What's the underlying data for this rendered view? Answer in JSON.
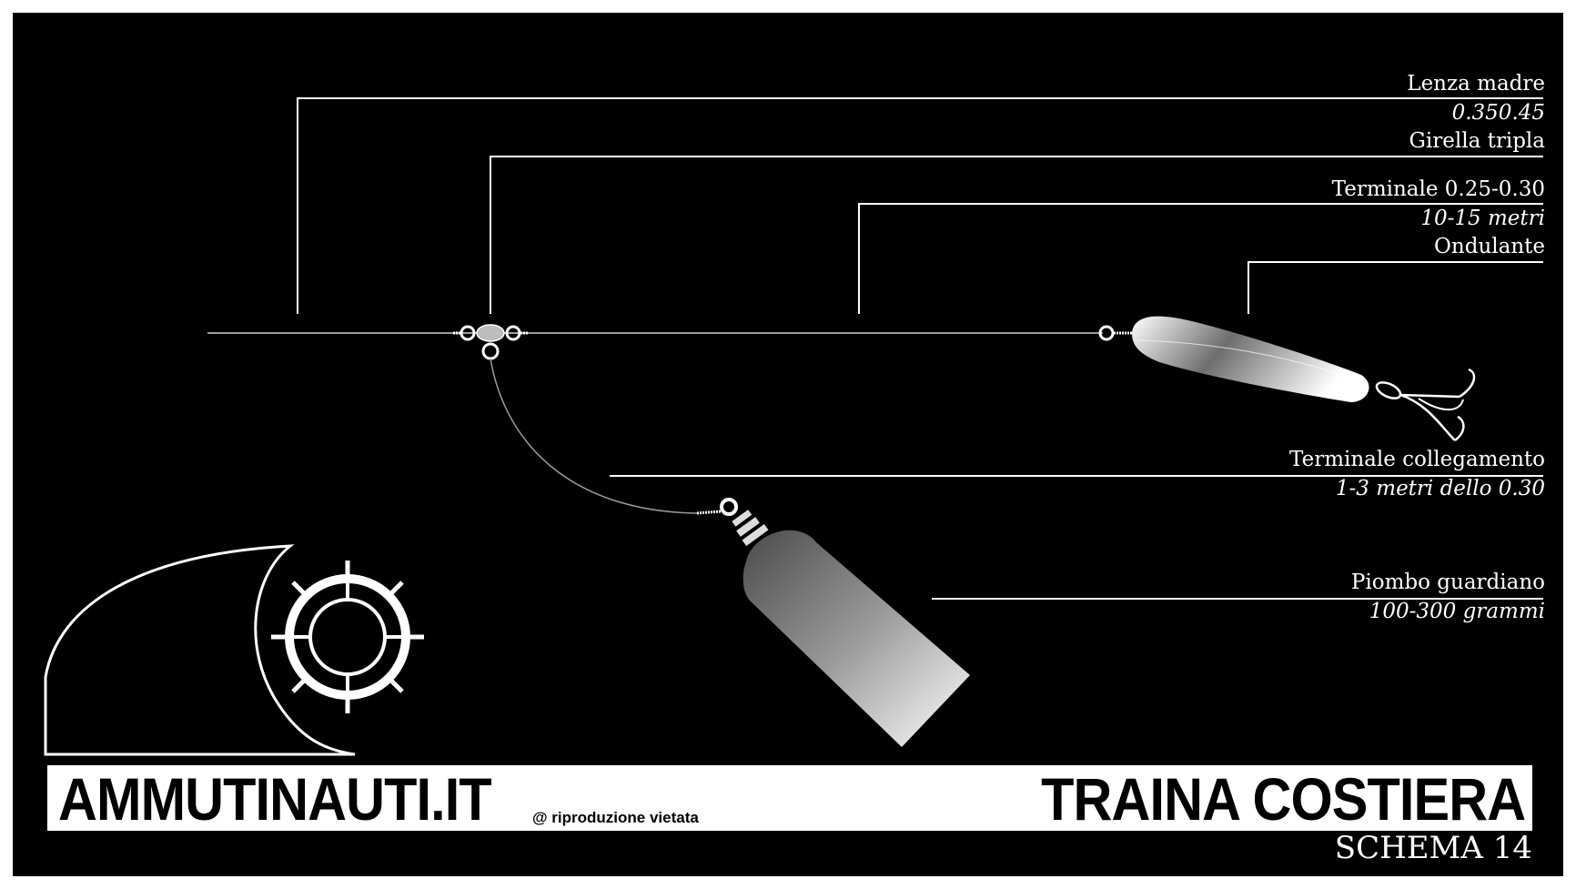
{
  "labels": {
    "lenza_madre": "Lenza madre",
    "lenza_madre_spec": "0.350.45",
    "girella": "Girella tripla",
    "terminale": "Terminale 0.25-0.30",
    "terminale_spec": "10-15 metri",
    "ondulante": "Ondulante",
    "collegamento": "Terminale collegamento",
    "collegamento_spec": "1-3 metri dello 0.30",
    "piombo": "Piombo guardiano",
    "piombo_spec": "100-300 grammi"
  },
  "footer": {
    "brand": "AMMUTINAUTI.IT",
    "copyright": "@ riproduzione vietata",
    "title": "TRAINA COSTIERA",
    "subtitle": "SCHEMA 14"
  },
  "colors": {
    "background": "#000000",
    "foreground": "#ffffff",
    "line": "#cfcfcf"
  }
}
